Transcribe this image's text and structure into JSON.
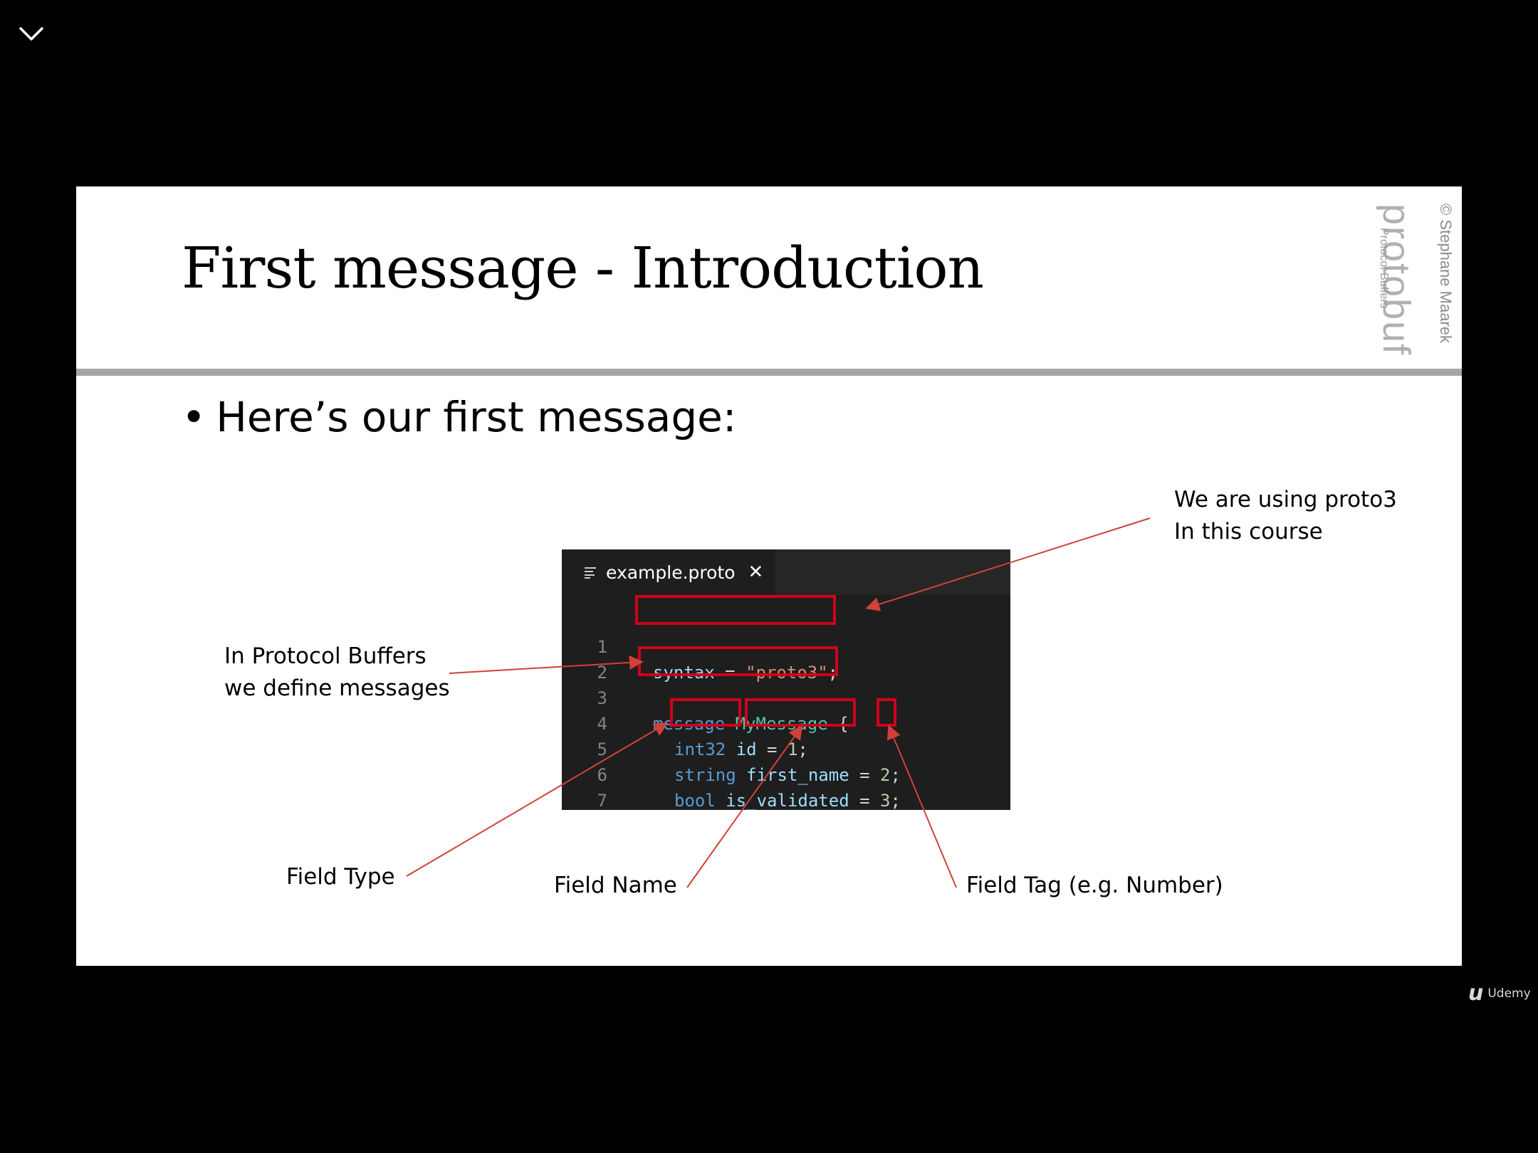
{
  "player": {
    "collapse_icon": "chevron-down-icon",
    "brand": "Udemy",
    "brand_icon": "udemy-logo"
  },
  "slide": {
    "title": "First message - Introduction",
    "bullet_symbol": "•",
    "bullet": "Here’s our first message:",
    "side_brand": {
      "copyright": "© Stephane Maarek",
      "logo": "protobuf",
      "subtitle": "Protocol Buffers"
    },
    "editor": {
      "tab_icon": "file-lines-icon",
      "tab_name": "example.proto",
      "close_symbol": "✕",
      "lines": [
        {
          "n": "1",
          "syntax_kw": "syntax",
          "eq": " = ",
          "str": "\"proto3\"",
          "semi": ";"
        },
        {
          "n": "2"
        },
        {
          "n": "3",
          "kw": "message",
          "sp": " ",
          "type": "MyMessage",
          "brace": " {"
        },
        {
          "n": "4",
          "type": "int32",
          "name": "id",
          "eq": " = ",
          "val": "1",
          "semi": ";"
        },
        {
          "n": "5",
          "type": "string",
          "name": "first_name",
          "eq": " = ",
          "val": "2",
          "semi": ";"
        },
        {
          "n": "6",
          "type": "bool",
          "name": "is_validated",
          "eq": " = ",
          "val": "3",
          "semi": ";"
        },
        {
          "n": "7",
          "brace": "}"
        }
      ]
    },
    "callouts": {
      "proto3": [
        "We are using proto3",
        "In this course"
      ],
      "messages": [
        "In Protocol Buffers",
        "we define messages"
      ],
      "field_type": "Field Type",
      "field_name": "Field Name",
      "field_tag": "Field Tag (e.g. Number)"
    },
    "colors": {
      "highlight": "#d0021b",
      "arrow": "#d0413a",
      "rule": "#a6a6a6",
      "editor_bg": "#1e1e1e"
    }
  }
}
